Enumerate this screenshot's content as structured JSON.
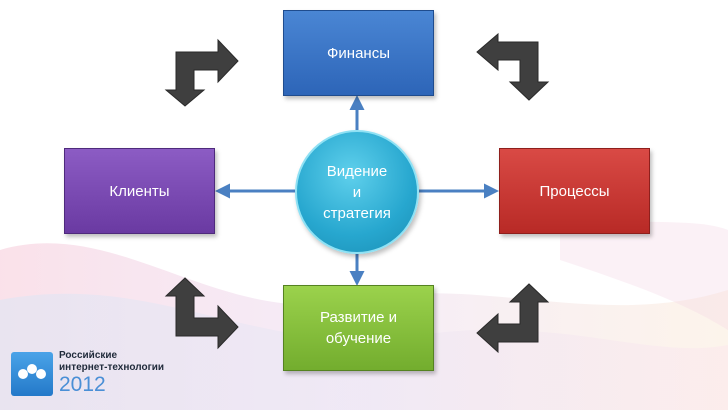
{
  "diagram": {
    "center": {
      "line1": "Видение",
      "line2": "и",
      "line3": "стратегия",
      "color": "#27a7cf"
    },
    "nodes": {
      "finance": {
        "label": "Финансы",
        "color": "#3a76c8"
      },
      "processes": {
        "label": "Процессы",
        "color": "#c83a35"
      },
      "clients": {
        "label": "Клиенты",
        "color": "#7b4ab3"
      },
      "development": {
        "line1": "Развитие и",
        "line2": "обучение",
        "color": "#86c03d"
      }
    },
    "connector_color": "#4a80c2",
    "cycle_arrow_color": "#3f3f3f"
  },
  "logo": {
    "line1": "Российские",
    "line2": "интернет-технологии",
    "year": "2012",
    "color": "#4a8fd6"
  }
}
